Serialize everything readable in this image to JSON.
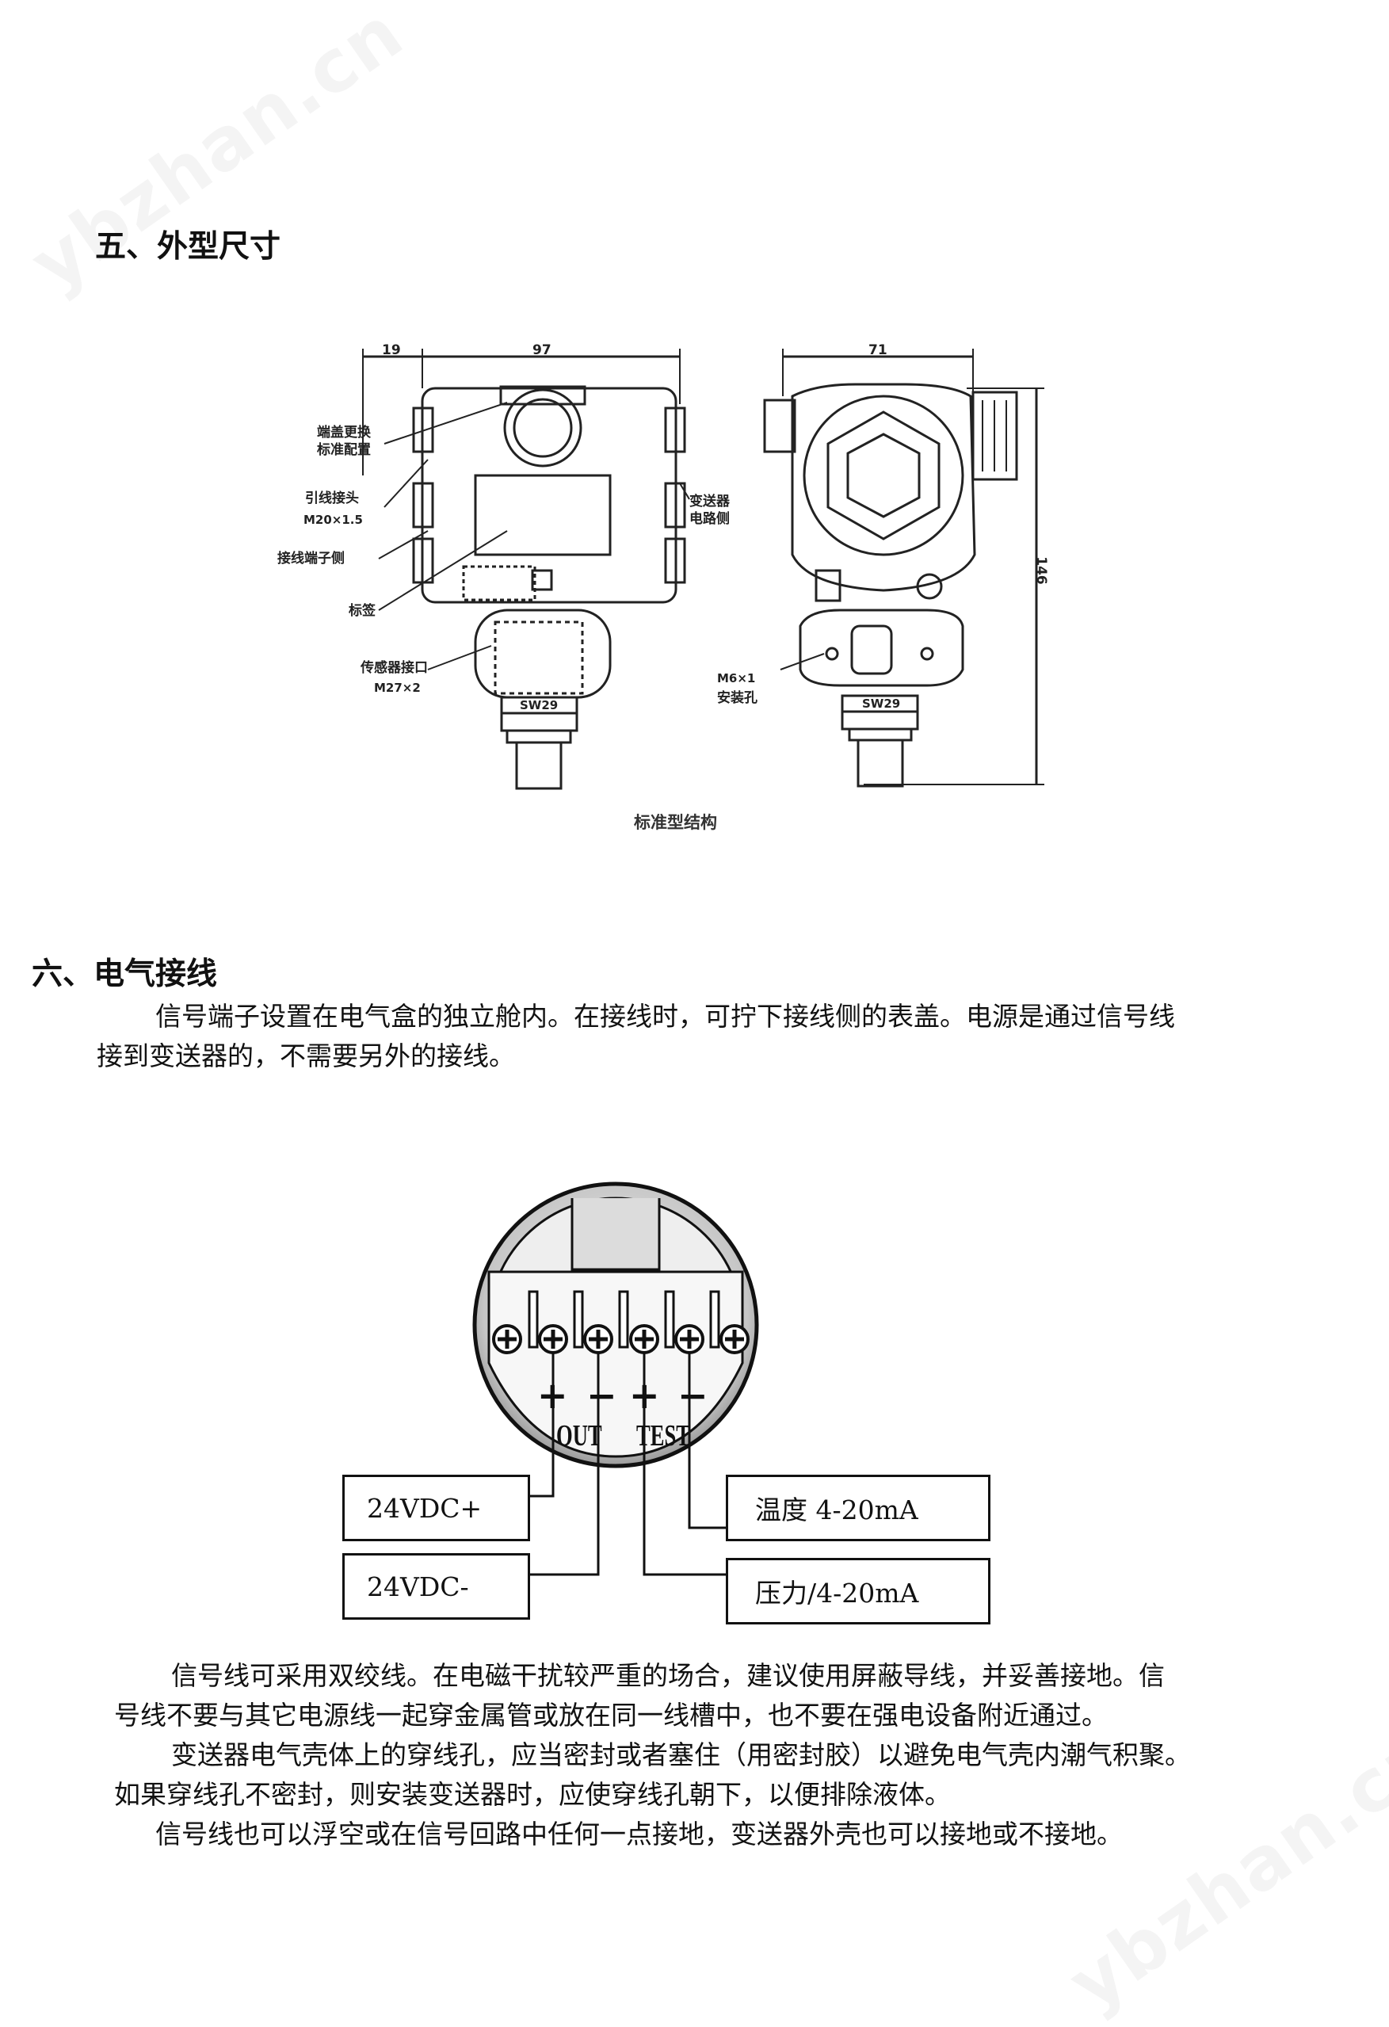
{
  "watermark": "ybzhan.cn",
  "section5": {
    "heading": "五、外型尺寸",
    "dimensions": {
      "d19": "19",
      "d97": "97",
      "d71": "71",
      "d146": "146"
    },
    "labels": {
      "cover": "端盖更换\n标准配置",
      "lead_joint": "引线接头",
      "lead_thread": "M20×1.5",
      "terminal_side": "接线端子侧",
      "nameplate": "标签",
      "sensor_port": "传感器接口",
      "sensor_thread": "M27×2",
      "circuit_side": "变送器\n电路侧",
      "mount_thread": "M6×1",
      "mount_hole": "安装孔",
      "wrench_left": "SW29",
      "wrench_right": "SW29"
    },
    "caption": "标准型结构"
  },
  "section6": {
    "heading": "六、电气接线",
    "intro_line1": "信号端子设置在电气盒的独立舱内。在接线时，可拧下接线侧的表盖。电源是通过信号线",
    "intro_line2": "接到变送器的，不需要另外的接线。",
    "terminal_signs": [
      "+",
      "−",
      "+",
      "−"
    ],
    "group_out": "OUT",
    "group_test": "TEST",
    "box_24vdc_plus": "24VDC+",
    "box_24vdc_minus": "24VDC-",
    "box_temp": "温度 4-20mA",
    "box_pressure": "压力/4-20mA",
    "note1_line1": "信号线可采用双绞线。在电磁干扰较严重的场合，建议使用屏蔽导线，并妥善接地。信",
    "note1_line2": "号线不要与其它电源线一起穿金属管或放在同一线槽中，也不要在强电设备附近通过。",
    "note2_line1": "变送器电气壳体上的穿线孔，应当密封或者塞住（用密封胶）以避免电气壳内潮气积聚。",
    "note2_line2": "如果穿线孔不密封，则安装变送器时，应使穿线孔朝下，以便排除液体。",
    "note3": "信号线也可以浮空或在信号回路中任何一点接地，变送器外壳也可以接地或不接地。"
  }
}
